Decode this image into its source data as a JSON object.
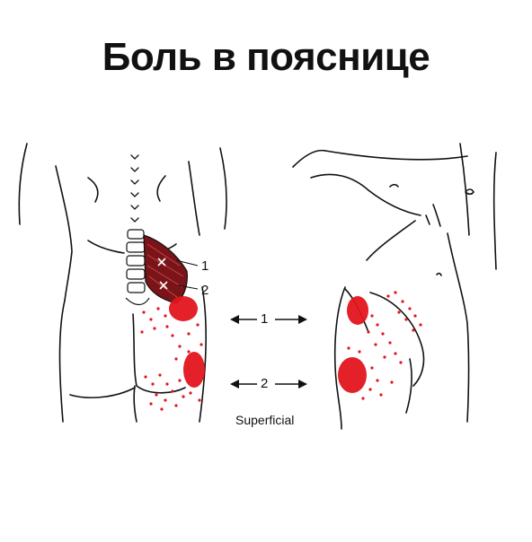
{
  "title": "Боль в пояснице",
  "muscle_labels": [
    "1",
    "2"
  ],
  "arrows": [
    {
      "label": "1"
    },
    {
      "label": "2"
    }
  ],
  "caption": "Superficial",
  "colors": {
    "pain": "#e3141e",
    "muscle": "#7a1418",
    "outline": "#111111",
    "background": "#ffffff"
  }
}
